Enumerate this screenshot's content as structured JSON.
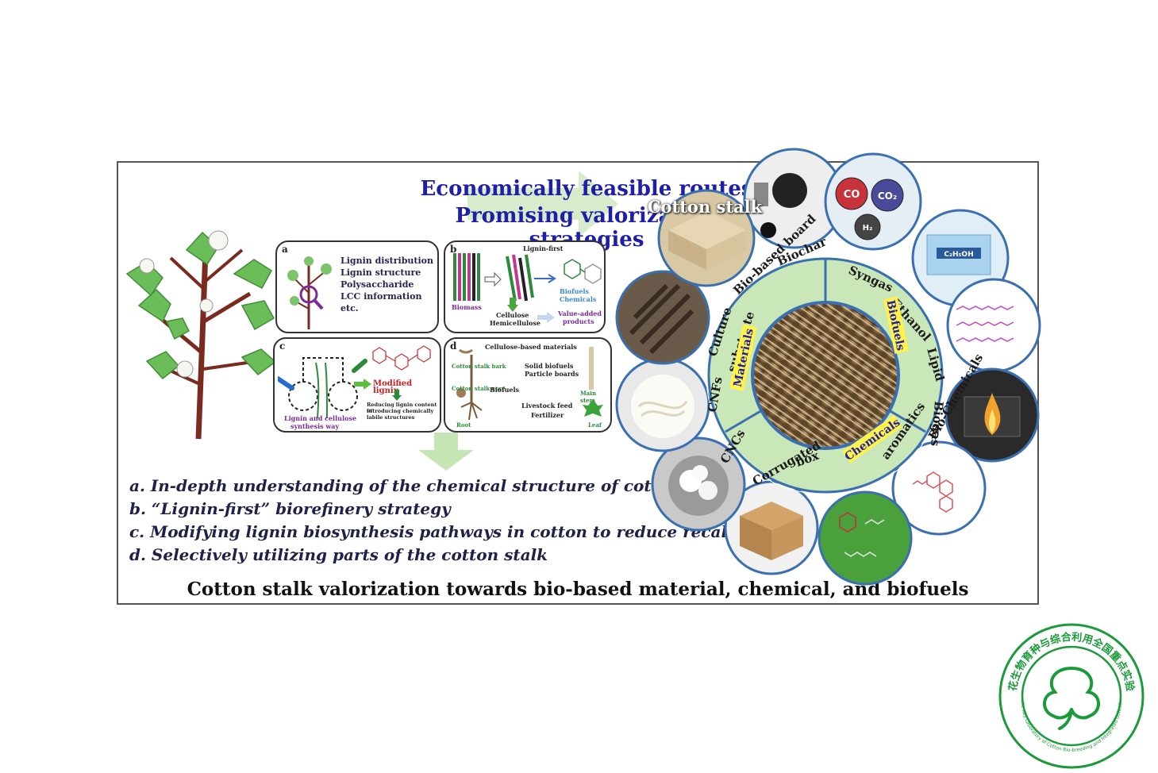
{
  "headline": {
    "line1": "Economically feasible routes",
    "line2": "Promising valorization strategies"
  },
  "panels": {
    "a": {
      "label": "a",
      "lines": [
        "Lignin distribution",
        "Lignin structure",
        "Polysaccharide",
        "LCC information",
        "etc."
      ]
    },
    "b": {
      "label": "b",
      "top": "Lignin-first",
      "biomass": "Biomass",
      "biofuels": "Biofuels",
      "chemicals": "Chemicals",
      "cellulose": "Cellulose",
      "hemicellulose": "Hemicellulose",
      "value_added": "Value-added",
      "products": "products"
    },
    "c": {
      "label": "c",
      "modified": "Modified lignin",
      "pathway1": "Lignin and cellulose",
      "pathway2": "synthesis way",
      "note1": "Reducing lignin content or",
      "note2": "introducing chemically",
      "note3": "labile structures"
    },
    "d": {
      "label": "d",
      "cellulose_materials": "Cellulose-based materials",
      "stalk_bark": "Cotton stalk bark",
      "stalk_core": "Cotton stalk core",
      "solid_biofuels": "Solid biofuels",
      "particle_boards": "Particle boards",
      "biofuels": "Biofuels",
      "livestock": "Livestock feed",
      "fertilizer": "Fertilizer",
      "main_stem": "Main stem",
      "root": "Root",
      "leaf": "Leaf"
    }
  },
  "bullets": [
    "a. In-depth understanding of the chemical structure of cotton stalk",
    "b. “Lignin-first” biorefinery strategy",
    "c.  Modifying lignin biosynthesis pathways in cotton to reduce recalcitrance",
    "d. Selectively utilizing parts of the cotton stalk"
  ],
  "caption": "Cotton stalk valorization towards bio-based material, chemical, and biofuels",
  "wheel": {
    "center": "Cotton stalk",
    "categories": {
      "materials": "Materials",
      "biofuels": "Biofuels",
      "chemicals": "Chemicals"
    },
    "ring_items": {
      "syngas": "Syngas",
      "ethanol": "Ethanol",
      "lipid": "Lipid",
      "biogas": "Biogas",
      "bio_chemicals": "Bio-Chemicals",
      "aromatics": "aromatics",
      "box": "box",
      "corrugated": "Corrugated",
      "cncs": "CNCs",
      "cnfs": "CNFs",
      "culture": "Culture",
      "substrate": "substrate",
      "bio_based_board": "Bio-based board",
      "biochar": "Biochar"
    },
    "molecules": {
      "co": "CO",
      "co2": "CO₂",
      "h2": "H₂",
      "ethanol_formula": "C₂H₅OH"
    }
  },
  "emblem": {
    "chinese": "棉花生物育种与综合利用全国重点实验室",
    "english": "State Key Laboratory of Cotton Bio-breeding and Integrated Utilization"
  },
  "colors": {
    "headline": "#1e1ea8",
    "arrow": "#c6e5b4",
    "ring": "#c9e7b8",
    "emblem": "#1a9a3a"
  }
}
